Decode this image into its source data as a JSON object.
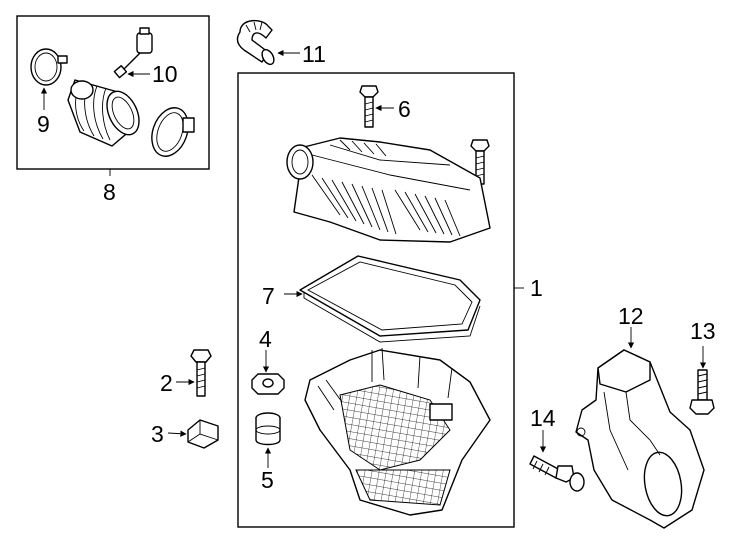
{
  "callouts": {
    "c1": "1",
    "c2": "2",
    "c3": "3",
    "c4": "4",
    "c5": "5",
    "c6": "6",
    "c7": "7",
    "c8": "8",
    "c9": "9",
    "c10": "10",
    "c11": "11",
    "c12": "12",
    "c13": "13",
    "c14": "14"
  },
  "parts": [
    {
      "num": "1",
      "icon": "air-cleaner-assembly-icon"
    },
    {
      "num": "2",
      "icon": "bolt-icon"
    },
    {
      "num": "3",
      "icon": "bracket-clip-icon"
    },
    {
      "num": "4",
      "icon": "grommet-icon"
    },
    {
      "num": "5",
      "icon": "insulator-icon"
    },
    {
      "num": "6",
      "icon": "bolt-icon"
    },
    {
      "num": "7",
      "icon": "air-filter-element-icon"
    },
    {
      "num": "8",
      "icon": "outlet-duct-kit-icon"
    },
    {
      "num": "9",
      "icon": "clamp-icon"
    },
    {
      "num": "10",
      "icon": "sensor-connector-icon"
    },
    {
      "num": "11",
      "icon": "hose-icon"
    },
    {
      "num": "12",
      "icon": "intake-duct-icon"
    },
    {
      "num": "13",
      "icon": "bolt-icon"
    },
    {
      "num": "14",
      "icon": "push-pin-fastener-icon"
    }
  ]
}
